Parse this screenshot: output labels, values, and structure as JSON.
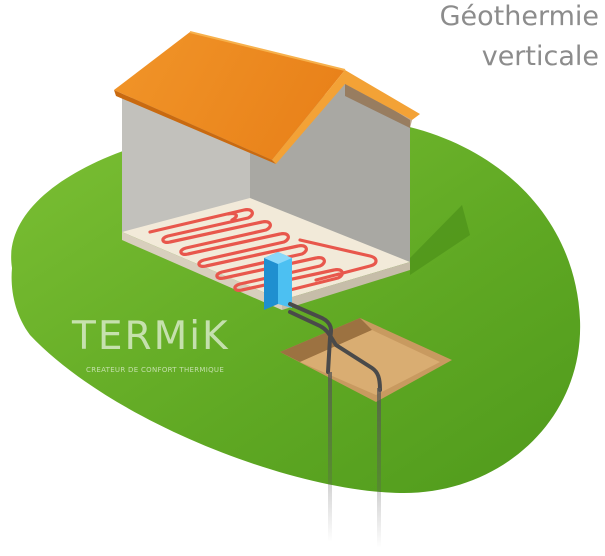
{
  "title": {
    "line1": "Géothermie",
    "line2": "verticale"
  },
  "watermark": {
    "name": "TERMiK",
    "tagline": "CREATEUR DE CONFORT THERMIQUE"
  },
  "colors": {
    "lawn": "#5fa823",
    "lawn_light": "#7fc033",
    "roof": "#ef8a1d",
    "roof_light": "#f6a53a",
    "wall": "#b3b2ad",
    "wall_dark": "#8f8e89",
    "floor": "#f2ead9",
    "heating_pipe": "#e8574c",
    "heat_pump": "#2aa6e6",
    "ground_pipe": "#4a4a4a",
    "pit": "#c89a60",
    "title_text": "#8c8c8c"
  }
}
